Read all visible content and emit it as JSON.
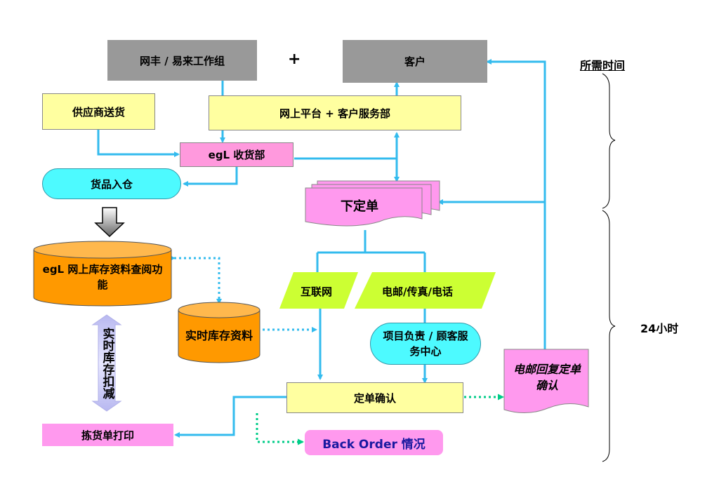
{
  "nodes": {
    "wangfeng": "网丰 / 易来工作组",
    "plus": "+",
    "customer": "客户",
    "platform": "网上平台 + 客户服务部",
    "supplier": "供应商送货",
    "receiving": "egL 收货部",
    "warehouse": "货品入仓",
    "order": "下定单",
    "inventory_db": "egL 网上库存资料查阅功能",
    "realtime_db": "实时库存资料",
    "internet": "互联网",
    "email_fax": "电邮/传真/电话",
    "service_center": "项目负责 / 顾客服务中心",
    "deduct": "实时库存扣减",
    "confirm": "定单确认",
    "email_reply": "电邮回复定单确认",
    "picking": "拣货单打印",
    "back_order": "Back Order 情况"
  },
  "timeline": {
    "header": "所需时间",
    "duration": "24小时"
  },
  "colors": {
    "gray": "#999999",
    "yellow": "#ffffa0",
    "pink": "#ff99dd",
    "teal": "#4dfaff",
    "orange": "#ff9900",
    "green": "#ccff33",
    "blue_line": "#33bbee",
    "green_dotted": "#00cc88"
  }
}
